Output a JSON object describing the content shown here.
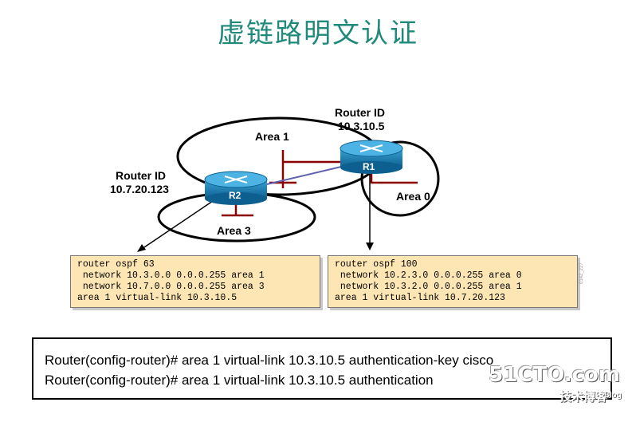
{
  "title": "虚链路明文认证",
  "areas": {
    "area1": "Area 1",
    "area0": "Area 0",
    "area3": "Area 3"
  },
  "routers": {
    "r1": {
      "label": "R1",
      "id_title": "Router ID",
      "id": "10.3.10.5"
    },
    "r2": {
      "label": "R2",
      "id_title": "Router ID",
      "id": "10.7.20.123"
    }
  },
  "config_left": [
    "router ospf 63",
    " network 10.3.0.0 0.0.0.255 area 1",
    " network 10.7.0.0 0.0.0.255 area 3",
    "area 1 virtual-link 10.3.10.5"
  ],
  "config_right": [
    "router ospf 100",
    " network 10.2.3.0 0.0.0.255 area 0",
    " network 10.3.2.0 0.0.0.255 area 1",
    "area 1 virtual-link 10.7.20.123"
  ],
  "figure_code": "0142_227",
  "commands": [
    "Router(config-router)# area 1 virtual-link 10.3.10.5 authentication-key cisco",
    "Router(config-router)# area 1 virtual-link 10.3.10.5 authentication"
  ],
  "watermark": {
    "logo": "51CTO.com",
    "sub": "技术博客",
    "blog": "Blog"
  },
  "colors": {
    "title": "#1f8a7a",
    "link": "#8b0000",
    "router": "#1a7fb5",
    "code_bg": "#fde6b4"
  }
}
